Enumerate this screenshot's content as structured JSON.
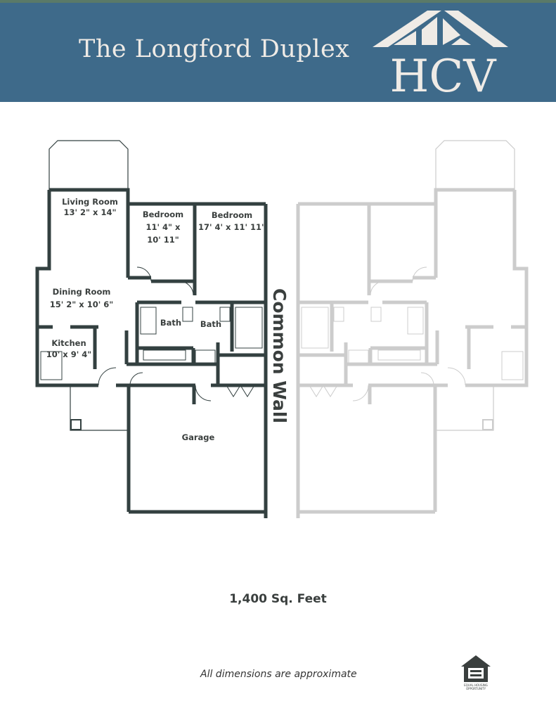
{
  "header": {
    "title": "The Longford Duplex",
    "logo_text": "HCV",
    "accent": "#3e6a8a"
  },
  "rooms": {
    "living": {
      "name": "Living Room",
      "size": "13' 2\" x 14\""
    },
    "bedroom1": {
      "name": "Bedroom",
      "size_line1": "11' 4\" x",
      "size_line2": "10' 11\""
    },
    "bedroom2": {
      "name": "Bedroom",
      "size": "17' 4' x 11' 11\""
    },
    "dining": {
      "name": "Dining Room",
      "size": "15' 2\" x 10' 6\""
    },
    "bath1": {
      "name": "Bath"
    },
    "bath2": {
      "name": "Bath"
    },
    "kitchen": {
      "name": "Kitchen",
      "size": "10' x 9' 4\""
    },
    "garage": {
      "name": "Garage"
    }
  },
  "common_wall": "Common Wall",
  "square_feet": "1,400 Sq. Feet",
  "note": "All dimensions are approximate",
  "eho_logo_text": "EQUAL HOUSING OPPORTUNITY"
}
